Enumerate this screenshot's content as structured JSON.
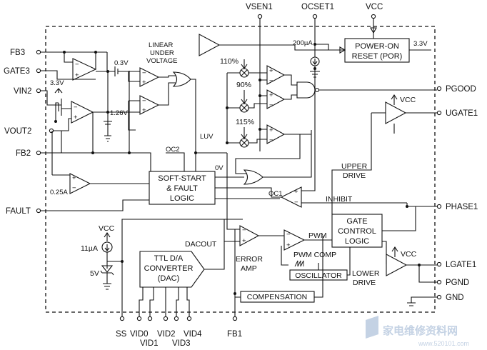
{
  "pins_left": {
    "fb3": "FB3",
    "gate3": "GATE3",
    "vin2": "VIN2",
    "vout2": "VOUT2",
    "fb2": "FB2",
    "fault": "FAULT"
  },
  "pins_top": {
    "vsen1": "VSEN1",
    "ocset1": "OCSET1",
    "vcc": "VCC"
  },
  "pins_right": {
    "pgood": "PGOOD",
    "ugate1": "UGATE1",
    "phase1": "PHASE1",
    "lgate1": "LGATE1",
    "pgnd": "PGND",
    "gnd": "GND"
  },
  "pins_bottom": {
    "ss": "SS",
    "vid0": "VID0",
    "vid1": "VID1",
    "vid2": "VID2",
    "vid3": "VID3",
    "vid4": "VID4",
    "fb1": "FB1"
  },
  "blocks": {
    "por_line1": "POWER-ON",
    "por_line2": "RESET (POR)",
    "softstart_line1": "SOFT-START",
    "softstart_line2": "& FAULT",
    "softstart_line3": "LOGIC",
    "gate_line1": "GATE",
    "gate_line2": "CONTROL",
    "gate_line3": "LOGIC",
    "dac_line1": "TTL D/A",
    "dac_line2": "CONVERTER",
    "dac_line3": "(DAC)",
    "oscillator": "OSCILLATOR",
    "compensation": "COMPENSATION"
  },
  "labels": {
    "linear_under_voltage_1": "LINEAR",
    "linear_under_voltage_2": "UNDER",
    "linear_under_voltage_3": "VOLTAGE",
    "v_0p3": "0.3V",
    "v_1p26": "1.26V",
    "v_3p3_left": "3.3V",
    "v_3p3_right": "3.3V",
    "i_200ua": "200µA",
    "pct_110": "110%",
    "pct_90": "90%",
    "pct_115": "115%",
    "luv": "LUV",
    "oc2": "OC2",
    "ov": "0V",
    "oc1": "OC1",
    "i_0p25a": "0.25A",
    "upper_drive_1": "UPPER",
    "upper_drive_2": "DRIVE",
    "inhibit": "INHIBIT",
    "pwm": "PWM",
    "pwm_comp": "PWM COMP",
    "dacout": "DACOUT",
    "error_amp_1": "ERROR",
    "error_amp_2": "AMP",
    "lower_drive_1": "LOWER",
    "lower_drive_2": "DRIVE",
    "vcc_ugate": "VCC",
    "vcc_lgate": "VCC",
    "vcc_left": "VCC",
    "i_11ua": "11µA",
    "v_5v": "5V"
  },
  "watermark": {
    "text": "家电维修资料网",
    "url": "www.520101.com"
  }
}
